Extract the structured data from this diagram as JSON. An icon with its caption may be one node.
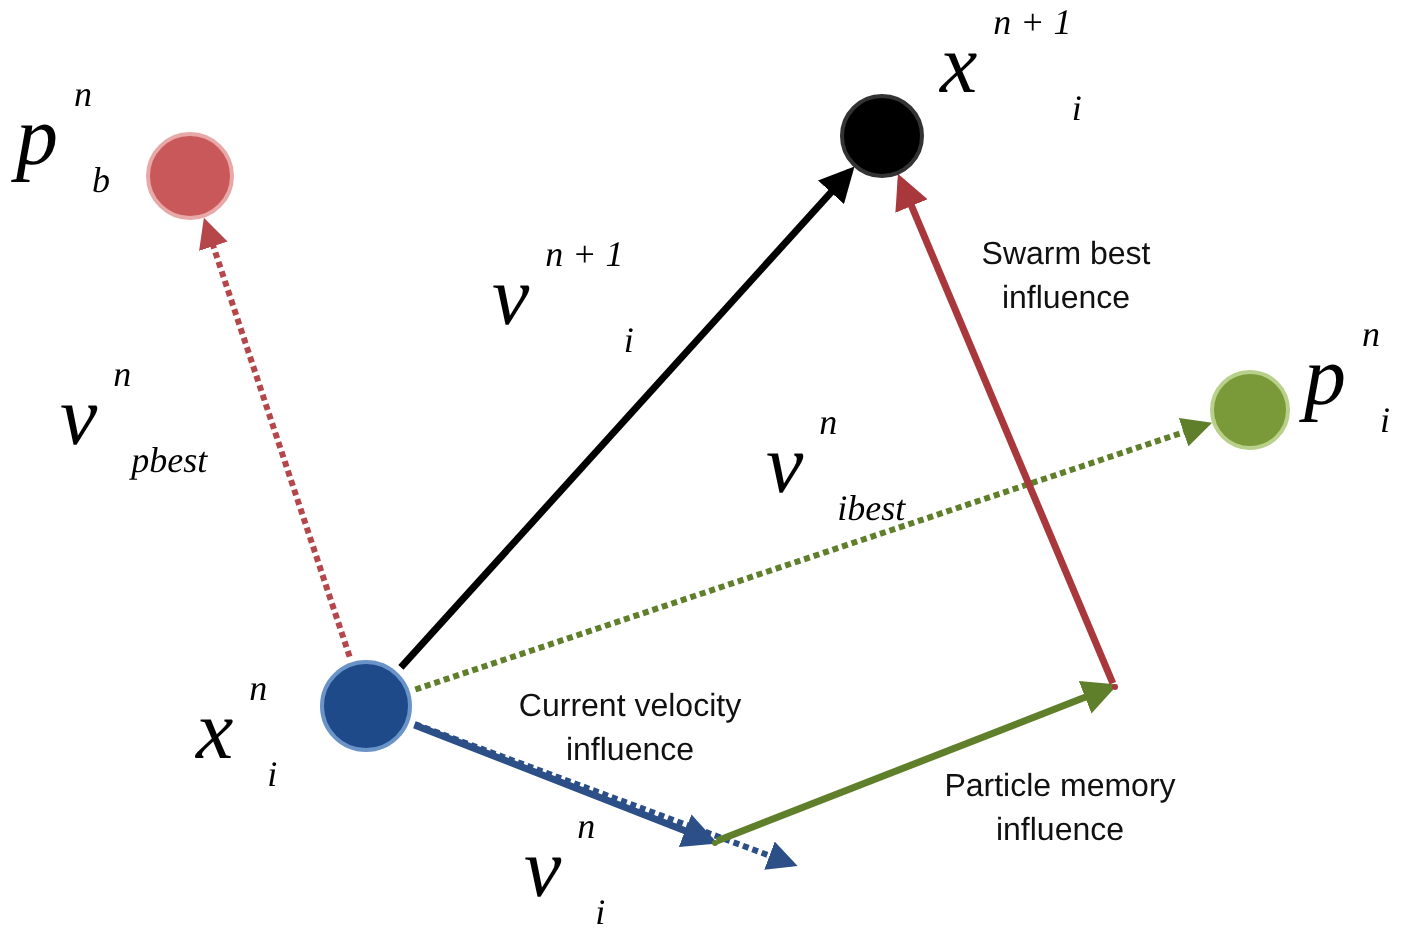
{
  "diagram": {
    "nodes": [
      {
        "text": [
          "p$^{n}$$_{b}$"
        ]
      },
      {
        "text": [
          "x$^{n + 1}$$_{i}$"
        ]
      },
      {
        "text": [
          "p$^{n}$$_{i}$"
        ]
      },
      {
        "text": [
          "x$^{n}$$_{i}$"
        ]
      },
      {
        "text": [],
        "shape": "point"
      },
      {
        "text": [],
        "shape": "point"
      }
    ],
    "edges": [
      {
        "from": 3,
        "to": 1,
        "arrow": "to",
        "label": "v$^{n + 1}$$_{i}$",
        "color": "#000000"
      },
      {
        "from": 3,
        "to": 0,
        "arrow": "to",
        "label": "v$^{n}$$_{pbest}$",
        "style": "dashed",
        "color": "#b5474b"
      },
      {
        "from": 3,
        "to": 2,
        "arrow": "to",
        "label": "v$^{n}$$_{ibest}$",
        "style": "dashed",
        "color": "#5f7f2a"
      },
      {
        "from": 3,
        "to": null,
        "arrow": "to",
        "label": "v$^{n}$$_{i}$",
        "style": "dashed",
        "color": "#2b4f86"
      },
      {
        "from": 3,
        "to": 4,
        "arrow": "to",
        "label": "Current velocity influence",
        "color": "#2b4f86"
      },
      {
        "from": 4,
        "to": 5,
        "arrow": "to",
        "label": "Particle memory influence",
        "color": "#5f7f2a"
      },
      {
        "from": 5,
        "to": 1,
        "arrow": "to",
        "label": "Swarm best influence",
        "color": "#a8383c"
      }
    ]
  }
}
